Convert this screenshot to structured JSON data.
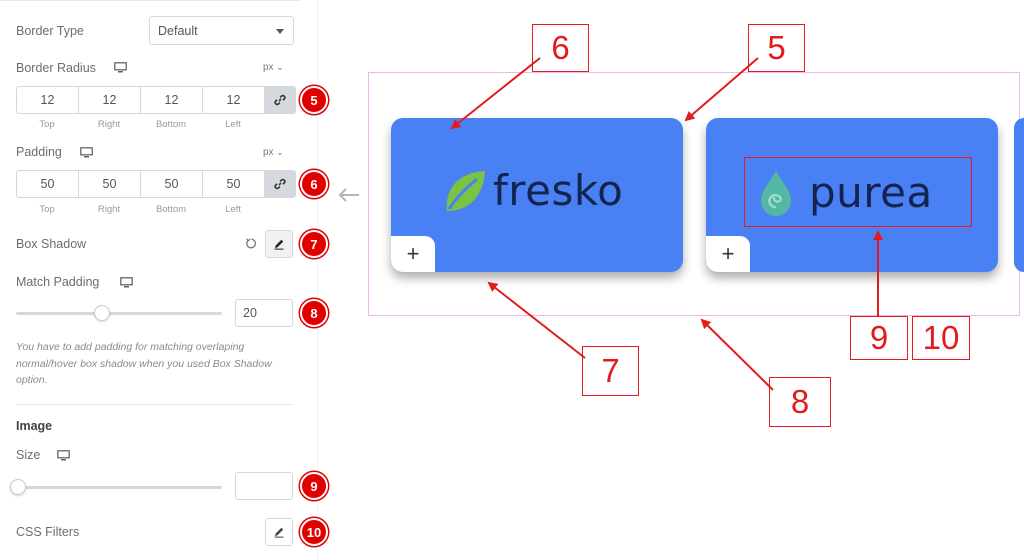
{
  "border_type": {
    "label": "Border Type",
    "value": "Default"
  },
  "border_radius": {
    "label": "Border Radius",
    "unit": "px",
    "values": [
      "12",
      "12",
      "12",
      "12"
    ],
    "sides": [
      "Top",
      "Right",
      "Bottom",
      "Left"
    ],
    "badge": "5"
  },
  "padding": {
    "label": "Padding",
    "unit": "px",
    "values": [
      "50",
      "50",
      "50",
      "50"
    ],
    "sides": [
      "Top",
      "Right",
      "Bottom",
      "Left"
    ],
    "badge": "6"
  },
  "box_shadow": {
    "label": "Box Shadow",
    "badge": "7"
  },
  "match_padding": {
    "label": "Match Padding",
    "value": "20",
    "slider_fraction": 0.41,
    "badge": "8",
    "note": "You have to add padding for matching overlaping normal/hover box shadow when you used Box Shadow option."
  },
  "image_section": {
    "title": "Image"
  },
  "size": {
    "label": "Size",
    "value": "",
    "slider_fraction": 0.0,
    "badge": "9"
  },
  "css_filters": {
    "label": "CSS Filters",
    "badge": "10"
  },
  "preview": {
    "cards": [
      {
        "logo": "fresko",
        "plus": "+"
      },
      {
        "logo": "purea",
        "plus": "+"
      }
    ]
  },
  "callouts": [
    "6",
    "5",
    "7",
    "8",
    "9",
    "10"
  ],
  "colors": {
    "accent_red": "#e00000",
    "card_blue": "#4981f5",
    "frame_pink": "#efb6ef",
    "logo_green": "#7cc243",
    "logo_teal": "#54b7a3"
  }
}
